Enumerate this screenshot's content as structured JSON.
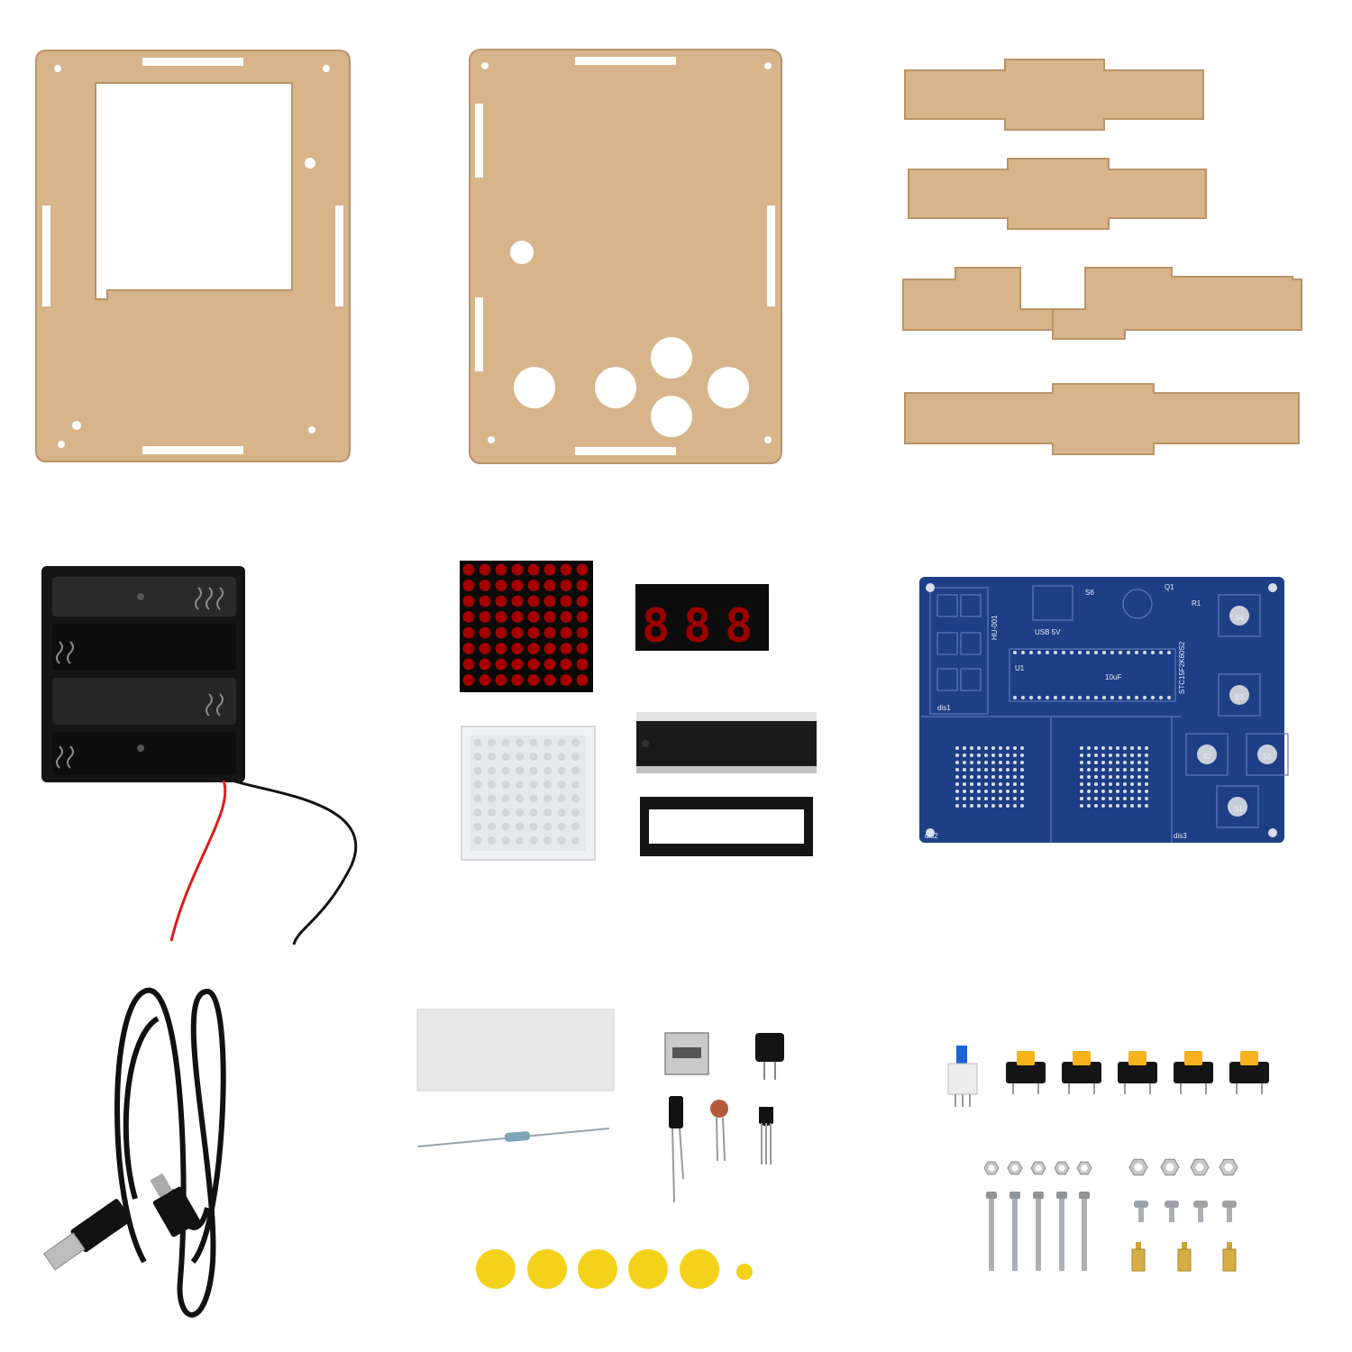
{
  "scene": {
    "background": "#ffffff",
    "colors": {
      "acrylic": "#d7b48a",
      "acrylic_edge": "#b99468",
      "pcb": "#1e3f86",
      "pcb_line": "#5d79b8",
      "black_part": "#151515",
      "yellow_cap": "#f4d21c",
      "orange_switch": "#f7b21e",
      "led_red": "#a30000",
      "wire_red": "#e11b1b"
    }
  },
  "seven_segment": {
    "digits": [
      "8",
      "8",
      "8"
    ]
  },
  "pcb": {
    "labels": {
      "board_id": "HU-001",
      "mcu": "STC15F2K60S2",
      "display1": "dis1",
      "display2": "dis2",
      "display3": "dis3",
      "usb": "USB 5V",
      "btn_s1": "S1",
      "btn_s2": "S2",
      "btn_s3": "S3",
      "btn_s4": "S4",
      "btn_s5": "S5",
      "btn_s6": "S6",
      "u1": "U1",
      "r1": "R1",
      "q1": "Q1",
      "cap": "10uF"
    }
  },
  "items": [
    "acrylic-front-panel",
    "acrylic-back-panel",
    "acrylic-side-strips",
    "battery-holder",
    "led-dot-matrix-red",
    "seven-segment-display",
    "led-dot-matrix-clear",
    "mcu-chip",
    "ic-socket",
    "pcb-board",
    "usb-cable",
    "foam-tape",
    "resistor",
    "usb-socket",
    "buzzer",
    "electrolytic-capacitor",
    "ceramic-capacitor",
    "transistor",
    "power-switch",
    "tactile-switches",
    "nuts",
    "screws",
    "brass-standoffs",
    "button-caps"
  ]
}
